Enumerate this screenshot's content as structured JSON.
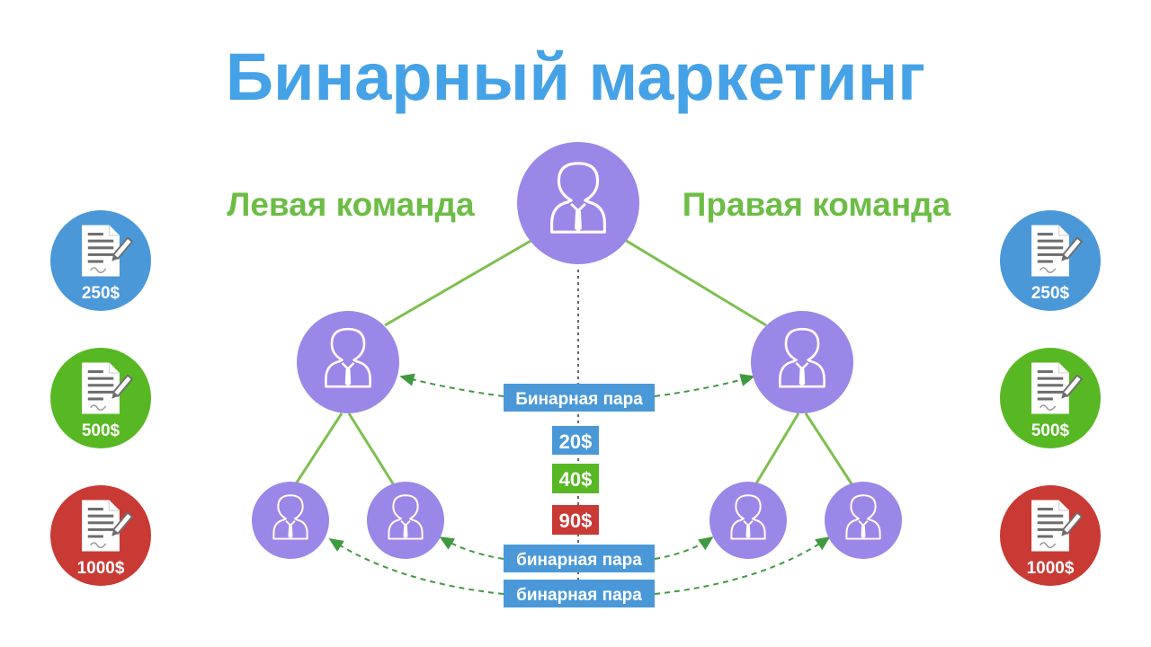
{
  "title": "Бинарный маркетинг",
  "teams": {
    "left": "Левая команда",
    "right": "Правая команда"
  },
  "packages": {
    "left": [
      {
        "amount": "250$",
        "color": "#4a98d8"
      },
      {
        "amount": "500$",
        "color": "#58b824"
      },
      {
        "amount": "1000$",
        "color": "#c93a35"
      }
    ],
    "right": [
      {
        "amount": "250$",
        "color": "#4a98d8"
      },
      {
        "amount": "500$",
        "color": "#58b824"
      },
      {
        "amount": "1000$",
        "color": "#c93a35"
      }
    ]
  },
  "center": {
    "binary_pair": "Бинарная пара",
    "bonuses": [
      {
        "amount": "20$",
        "color": "#4a98d8"
      },
      {
        "amount": "40$",
        "color": "#58b824"
      },
      {
        "amount": "90$",
        "color": "#c93a35"
      }
    ],
    "lower_pairs": [
      "бинарная пара",
      "бинарная пара"
    ]
  },
  "colors": {
    "title": "#46a2e6",
    "team_label": "#6cbd45",
    "node": "#9b87e8",
    "connector": "#7cc04f",
    "pair_arrow": "#3f9a3f",
    "label_bg": "#4a98d8"
  },
  "icons": {
    "person": "person-with-tie-icon",
    "contract": "contract-document-icon"
  }
}
